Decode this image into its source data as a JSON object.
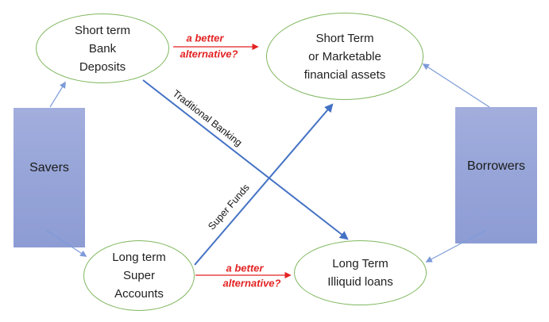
{
  "diagram": {
    "nodes": {
      "savers": {
        "label": "Savers"
      },
      "borrowers": {
        "label": "Borrowers"
      },
      "bank_deposits": {
        "lines": [
          "Short term",
          "Bank",
          "Deposits"
        ]
      },
      "marketable_assets": {
        "lines": [
          "Short Term",
          "or Marketable",
          "financial assets"
        ]
      },
      "super_accounts": {
        "lines": [
          "Long term",
          "Super",
          "Accounts"
        ]
      },
      "illiquid_loans": {
        "lines": [
          "Long Term",
          "Illiquid loans"
        ]
      }
    },
    "edge_labels": {
      "traditional_banking": "Traditional Banking",
      "super_funds": "Super Funds",
      "better_alt_top": {
        "line1": "a better",
        "line2": "alternative?"
      },
      "better_alt_bottom": {
        "line1": "a better",
        "line2": "alternative?"
      }
    },
    "colors": {
      "actor_fill_top": "#a3aedd",
      "actor_fill_bottom": "#8d9cd4",
      "ellipse_stroke": "#7fb75e",
      "main_arrow": "#4472c4",
      "thin_arrow": "#7d9bd9",
      "alt_arrow": "#e32222",
      "text": "#1f1f1f"
    }
  }
}
